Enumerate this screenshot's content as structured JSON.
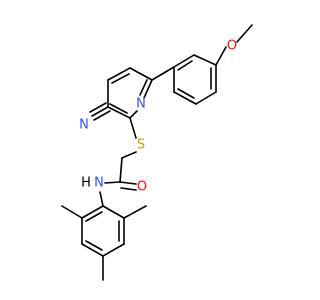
{
  "molecule": {
    "atom_labels": {
      "nitrile_N": "N",
      "pyridine_N": "N",
      "sulfur": "S",
      "amide_O": "O",
      "amide_NH": "N",
      "amide_H": "H",
      "ether_O": "O"
    },
    "colors": {
      "bond": "#000000",
      "nitrogen": "#3050F8",
      "oxygen": "#FF0D0D",
      "sulfur": "#C8A000",
      "carbon_hydrogen": "#000000"
    }
  }
}
